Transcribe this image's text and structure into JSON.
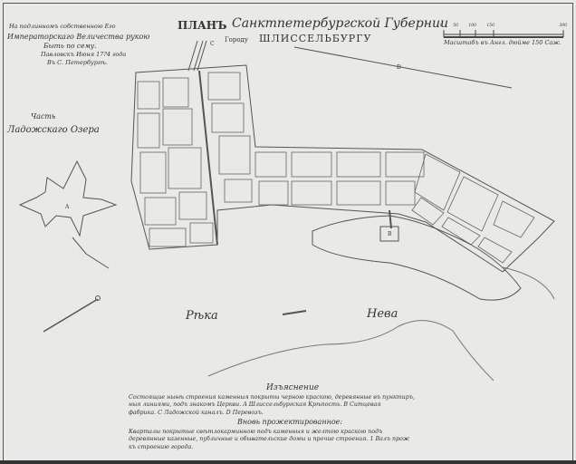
{
  "approval": {
    "line1": "На подлинномъ собственною Его",
    "line2": "Императорскаго Величества рукою",
    "line3": "Быть по сему.",
    "line4": "Павловскъ Июня 17?4 года",
    "line5": "Въ С. Петербургѣ."
  },
  "title": {
    "plan": "ПЛАНЪ",
    "gov": "Санктпетербургской Губернии",
    "gorodu": "Городу",
    "city": "ШЛИССЕЛЬБУРГУ"
  },
  "scale": {
    "ticks": [
      "0",
      "50",
      "100",
      "150",
      "300"
    ],
    "label": "Масштабъ въ Англ. дюйме 150 Саж."
  },
  "labels": {
    "lake": "Часть",
    "lake2": "Ладожскаго Озера",
    "river1": "Рѣка",
    "river2": "Нева",
    "a": "A",
    "b": "B",
    "c": "C",
    "d": "D"
  },
  "legend": {
    "heading": "Изъяснение",
    "p1": "Состоящие нынѣ строения каменныя покрыты черною краскою, деревянные въ пунктиръ,",
    "p2": "ныя линиями, подъ знакомъ Церкви. A Шлиссельбургская Крѣпость. B Ситцевая",
    "p3": "фабрика. C Ладожской каналъ. D Перевозъ.",
    "heading2": "Вновь прожектированное:",
    "p4": "Кварталы покрытые свѣтлокарминною подъ каменныя и желтою краскою подъ",
    "p5": "деревянные казенные, публичные и обывательские домы и прочие строения. 1 Валъ прoж",
    "p6": "къ строению города."
  }
}
